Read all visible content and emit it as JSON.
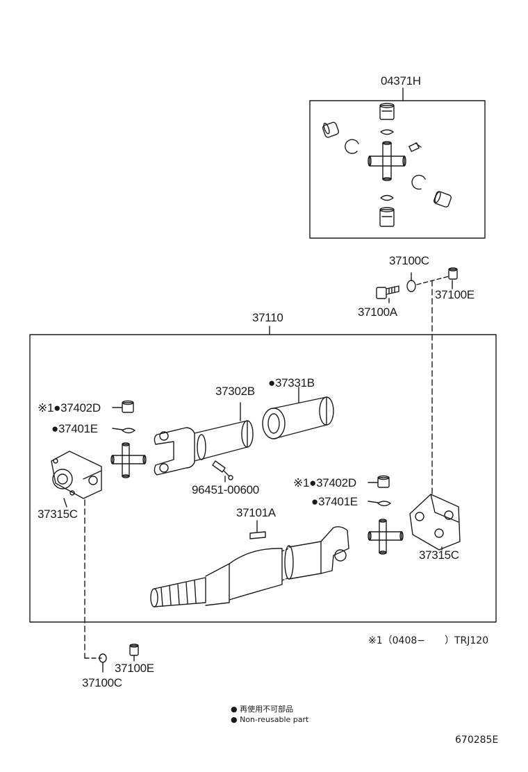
{
  "labels": {
    "l_04371H": "04371H",
    "l_37100C_top": "37100C",
    "l_37100A": "37100A",
    "l_37100E_top": "37100E",
    "l_37110": "37110",
    "l_37302B": "37302B",
    "l_37331B": "●37331B",
    "l_37402D_left": "※1●37402D",
    "l_37401E_left": "●37401E",
    "l_37315C_left": "37315C",
    "l_96451": "96451-00600",
    "l_37402D_right": "※1●37402D",
    "l_37401E_right": "●37401E",
    "l_37101A": "37101A",
    "l_37315C_right": "37315C",
    "l_37100E_bottom": "37100E",
    "l_37100C_bottom": "37100C",
    "l_note_tr": "※1（0408−　　）TRJ120",
    "l_legend_jp": "● 再使用不可部品",
    "l_legend_en": "● Non-reusable part",
    "l_code": "670285E"
  }
}
